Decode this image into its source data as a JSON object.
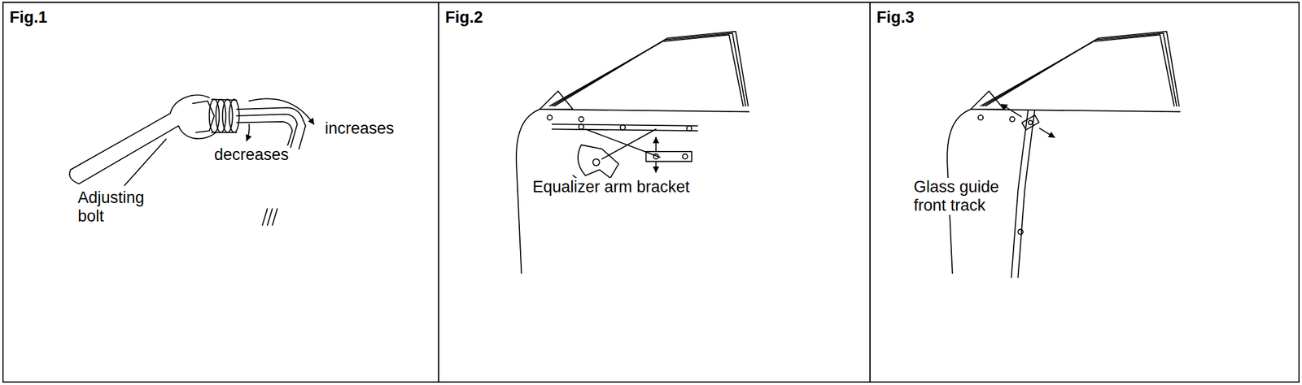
{
  "diagram": {
    "nodes": [
      {
        "text": [
          "Fig.1"
        ]
      },
      {
        "text": [
          "Fig.2"
        ]
      },
      {
        "text": [
          "Fig.3"
        ]
      }
    ],
    "labels": [
      "increases",
      "decreases",
      "Adjusting bolt",
      "Equalizer arm bracket",
      "Glass guide front track"
    ]
  }
}
